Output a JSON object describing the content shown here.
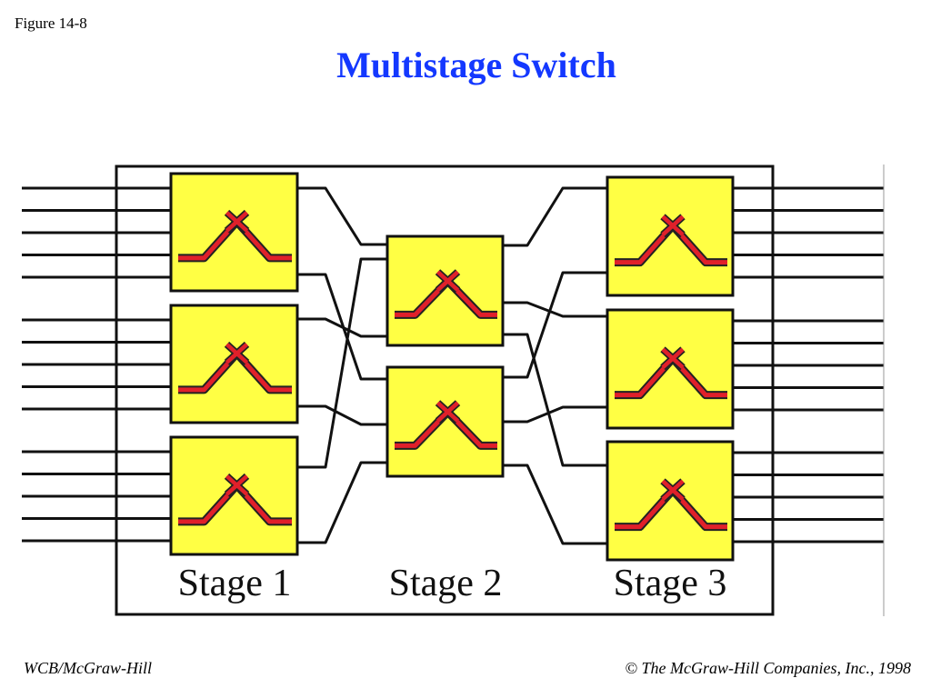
{
  "figure_label": "Figure 14-8",
  "title": "Multistage Switch",
  "stages": [
    {
      "label": "Stage 1",
      "crossbar_count": 3
    },
    {
      "label": "Stage 2",
      "crossbar_count": 2
    },
    {
      "label": "Stage 3",
      "crossbar_count": 3
    }
  ],
  "inputs_per_crossbar": 5,
  "outputs_per_crossbar": 5,
  "colors": {
    "title": "#1438ff",
    "crossbar_fill": "#ffff44",
    "crossbar_icon": "#e0202a",
    "lines": "#111111"
  },
  "footer": {
    "left": "WCB/McGraw-Hill",
    "copyright_symbol": "©",
    "right": "The McGraw-Hill Companies, Inc., 1998"
  }
}
